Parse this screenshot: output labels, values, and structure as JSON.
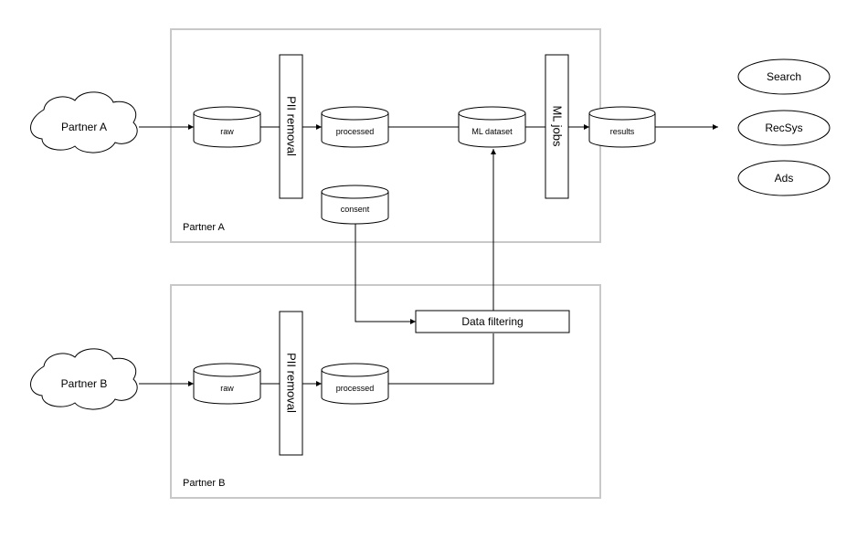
{
  "partners": {
    "a": {
      "cloud_label": "Partner A",
      "zone_label": "Partner A",
      "raw_label": "raw",
      "pii_label": "PII removal",
      "processed_label": "processed",
      "consent_label": "consent"
    },
    "b": {
      "cloud_label": "Partner B",
      "zone_label": "Partner B",
      "raw_label": "raw",
      "pii_label": "PII removal",
      "processed_label": "processed"
    }
  },
  "pipeline": {
    "ml_dataset_label": "ML dataset",
    "ml_jobs_label": "ML jobs",
    "results_label": "results",
    "data_filtering_label": "Data filtering"
  },
  "consumers": [
    "Search",
    "RecSys",
    "Ads"
  ]
}
